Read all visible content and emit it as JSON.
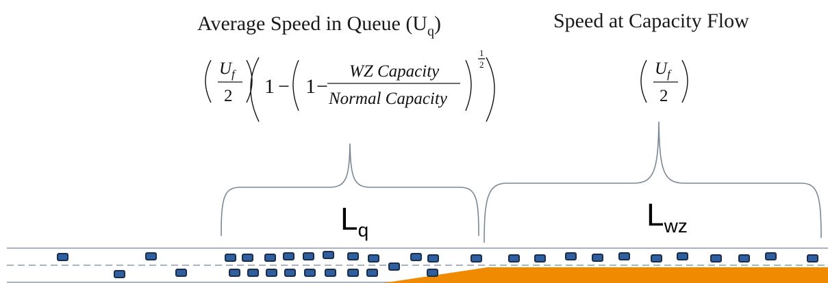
{
  "queue": {
    "title_main": "Average Speed in Queue (U",
    "title_sub": "q",
    "title_close": ")",
    "formula": {
      "uf": "U",
      "uf_sub": "f",
      "two": "2",
      "one_a": "1",
      "minus_a": "−",
      "one_b": "1",
      "minus_b": "−",
      "numerator": "WZ Capacity",
      "denominator": "Normal Capacity",
      "exp_num": "1",
      "exp_den": "2"
    },
    "label_main": "L",
    "label_sub": "q"
  },
  "workzone": {
    "title": "Speed at Capacity Flow",
    "formula": {
      "uf": "U",
      "uf_sub": "f",
      "two": "2"
    },
    "label_main": "L",
    "label_sub": "wz"
  },
  "colors": {
    "vehicle_fill": "#2f5f9e",
    "vehicle_border": "#1a2d4a",
    "work_zone": "#f08a00",
    "road_line": "#8a9aaa"
  },
  "icons": {
    "vehicle": "vehicle-icon",
    "work_zone": "work-zone-taper"
  }
}
